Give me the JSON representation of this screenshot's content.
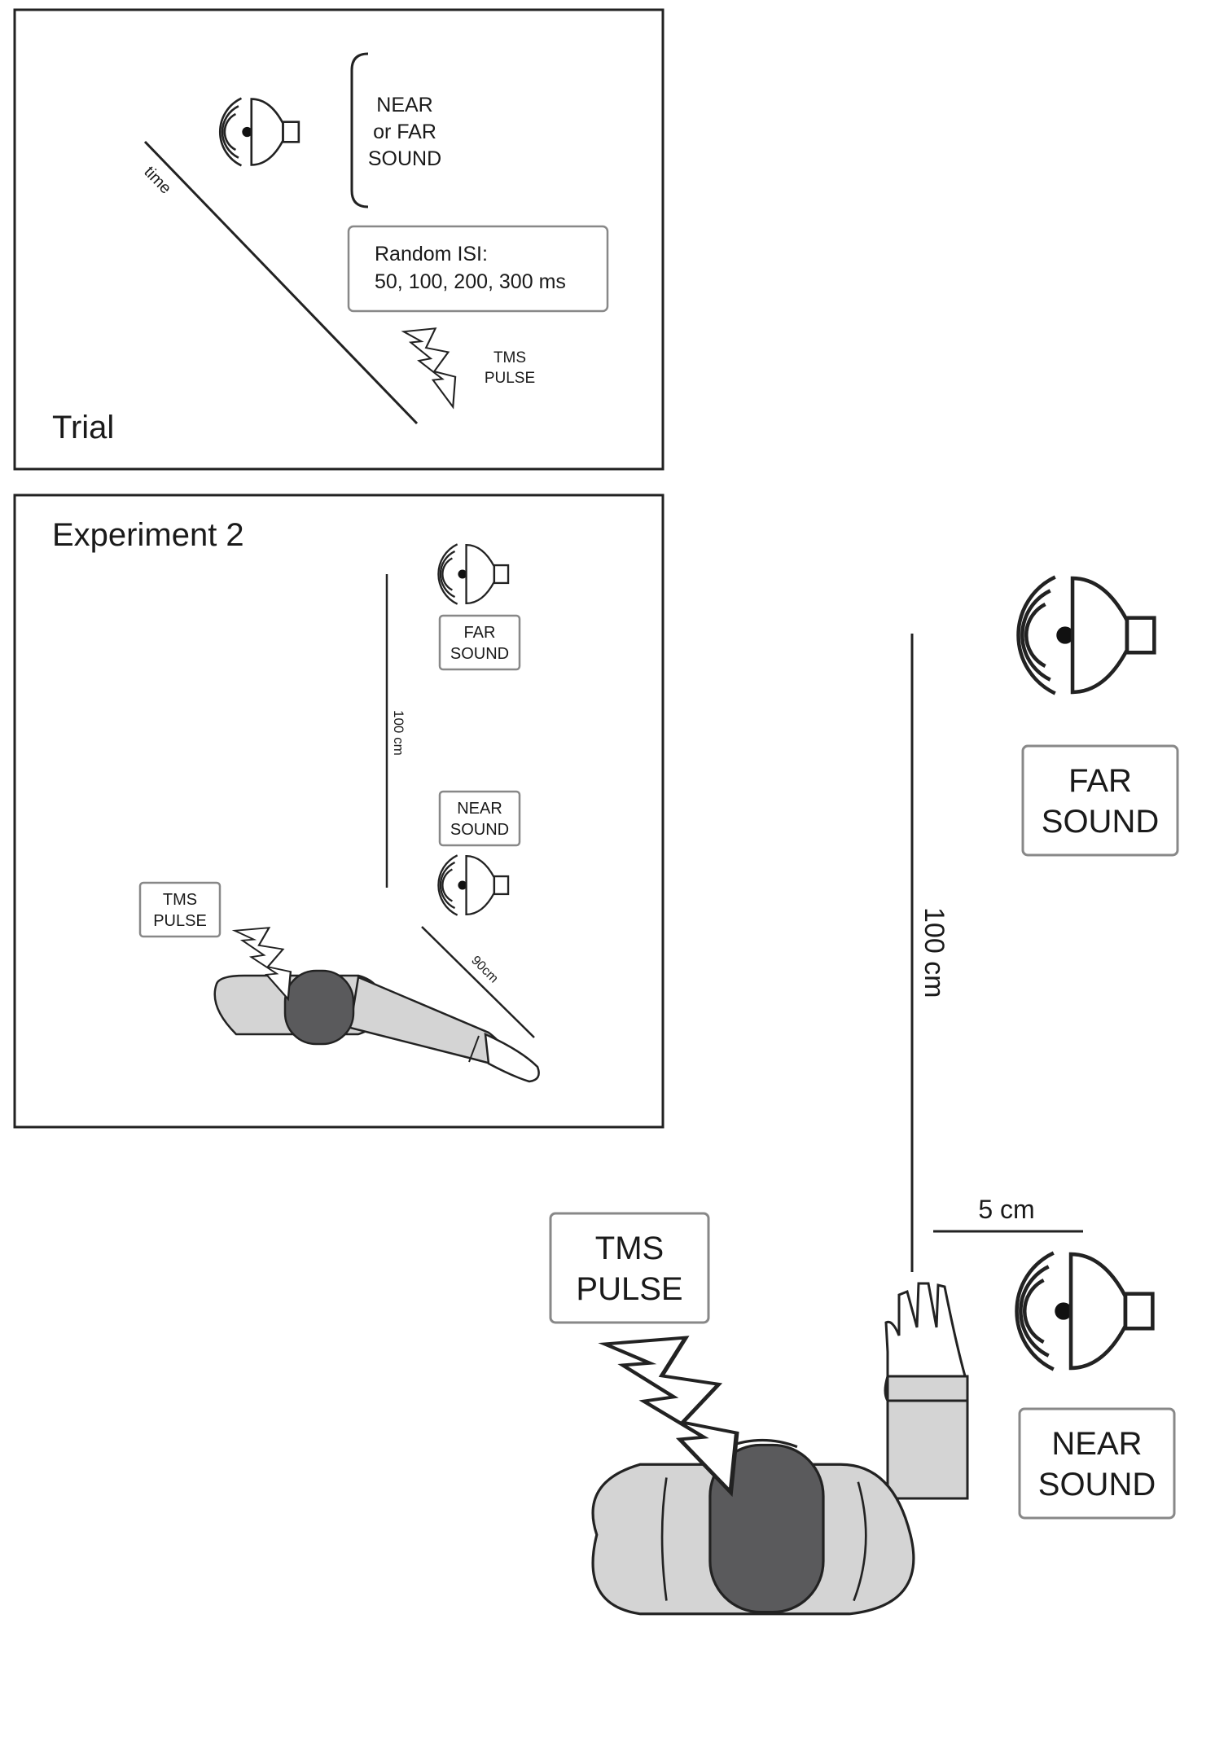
{
  "trial_panel": {
    "label": "Trial",
    "time_axis_label": "time",
    "sound_label_line1": "NEAR",
    "sound_label_line2": "or FAR",
    "sound_label_line3": "SOUND",
    "isi_line1": "Random ISI:",
    "isi_line2": "50, 100, 200, 300 ms",
    "tms_line1": "TMS",
    "tms_line2": "PULSE"
  },
  "experiment2_panel": {
    "label": "Experiment 2",
    "far_line1": "FAR",
    "far_line2": "SOUND",
    "near_line1": "NEAR",
    "near_line2": "SOUND",
    "tms_line1": "TMS",
    "tms_line2": "PULSE",
    "distance_vertical": "100 cm",
    "distance_arm": "90cm"
  },
  "experiment1_panel": {
    "far_line1": "FAR",
    "far_line2": "SOUND",
    "near_line1": "NEAR",
    "near_line2": "SOUND",
    "tms_line1": "TMS",
    "tms_line2": "PULSE",
    "distance_vertical": "100 cm",
    "distance_horizontal": "5 cm"
  },
  "colors": {
    "ink": "#222222",
    "head": "#5a5a5c",
    "body": "#d4d4d4",
    "box_border": "#888888"
  },
  "icons": [
    "speaker-icon",
    "lightning-bolt-icon"
  ]
}
